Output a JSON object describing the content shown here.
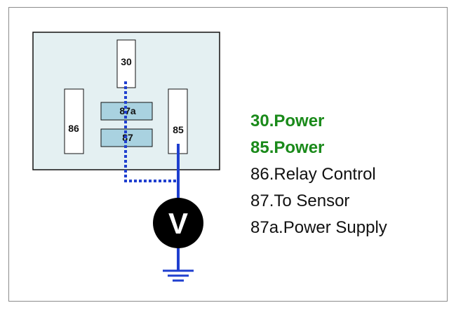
{
  "relay": {
    "pins": {
      "p30": "30",
      "p86": "86",
      "p87a": "87a",
      "p87": "87",
      "p85": "85"
    }
  },
  "meter": {
    "symbol": "V"
  },
  "legend": {
    "items": [
      {
        "text": "30.Power",
        "highlight": true
      },
      {
        "text": "85.Power",
        "highlight": true
      },
      {
        "text": "86.Relay Control",
        "highlight": false
      },
      {
        "text": "87.To Sensor",
        "highlight": false
      },
      {
        "text": "87a.Power Supply",
        "highlight": false
      }
    ]
  },
  "colors": {
    "highlight": "#1a8a1a",
    "wire": "#1f3fcf",
    "relay_body": "#e4f0f2",
    "switch_contact": "#a9d2e0"
  }
}
